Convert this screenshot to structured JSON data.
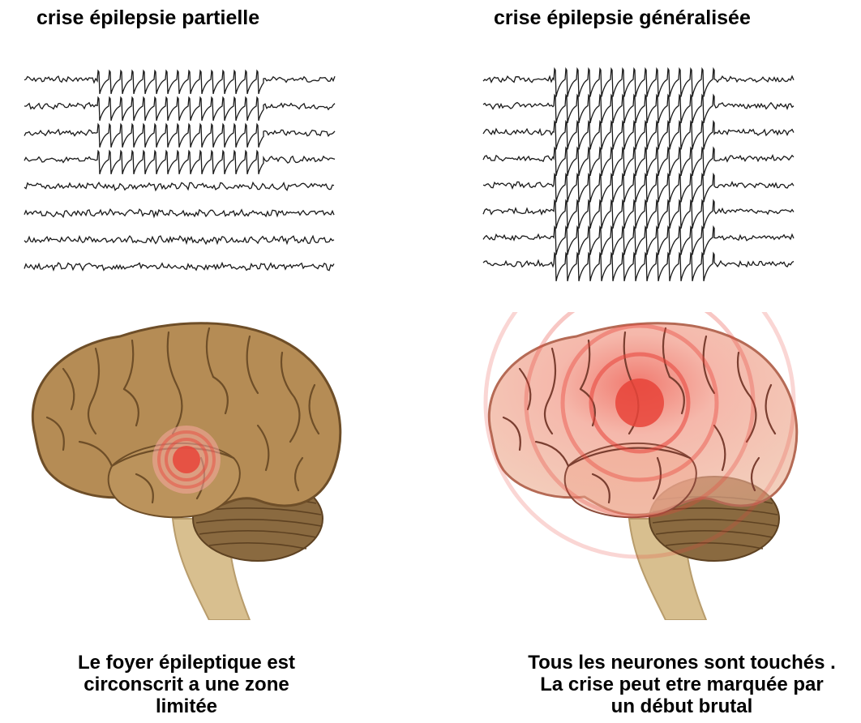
{
  "panels": {
    "partial": {
      "title": "crise épilepsie partielle",
      "caption_lines": [
        "Le foyer épileptique est",
        "circonscrit a une zone",
        "limitée"
      ],
      "eeg_channels": 8,
      "affected_channels": 4,
      "focus": "local"
    },
    "generalized": {
      "title": "crise épilepsie généralisée",
      "caption_lines": [
        "Tous les neurones sont touchés .",
        "La crise peut etre marquée par",
        "un début brutal"
      ],
      "eeg_channels": 8,
      "affected_channels": 8,
      "focus": "diffuse"
    }
  },
  "colors": {
    "brain_fill": "#b58c55",
    "brain_stroke": "#6e4e28",
    "cerebellum": "#7a5a34",
    "stem": "#d8bf8f",
    "focus_red": "#e8443a",
    "wave": "#1a1a1a"
  }
}
